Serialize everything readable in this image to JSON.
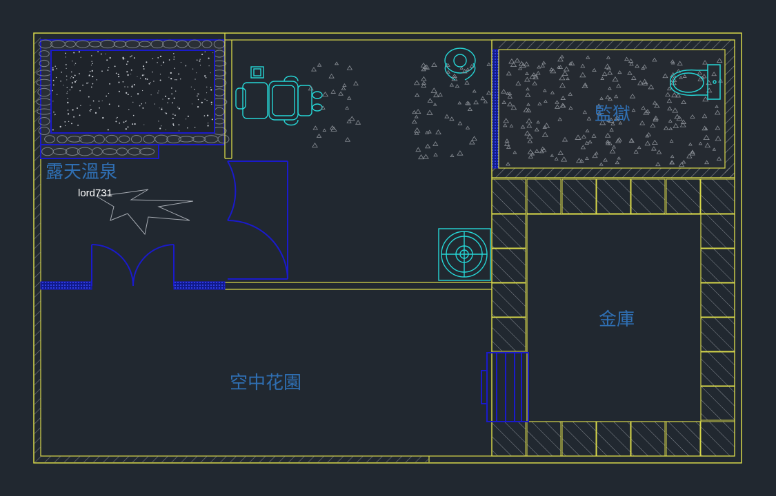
{
  "rooms": {
    "hot_spring": "露天溫泉",
    "prison": "監獄",
    "vault": "金庫",
    "garden": "空中花園"
  },
  "author_tag": "lord731",
  "colors": {
    "background": "#212830",
    "wall": "#d9d94a",
    "blue": "#1a1acc",
    "cyan": "#26d6d6",
    "label": "#2f6fb3",
    "gravel": "#8a8f96"
  }
}
